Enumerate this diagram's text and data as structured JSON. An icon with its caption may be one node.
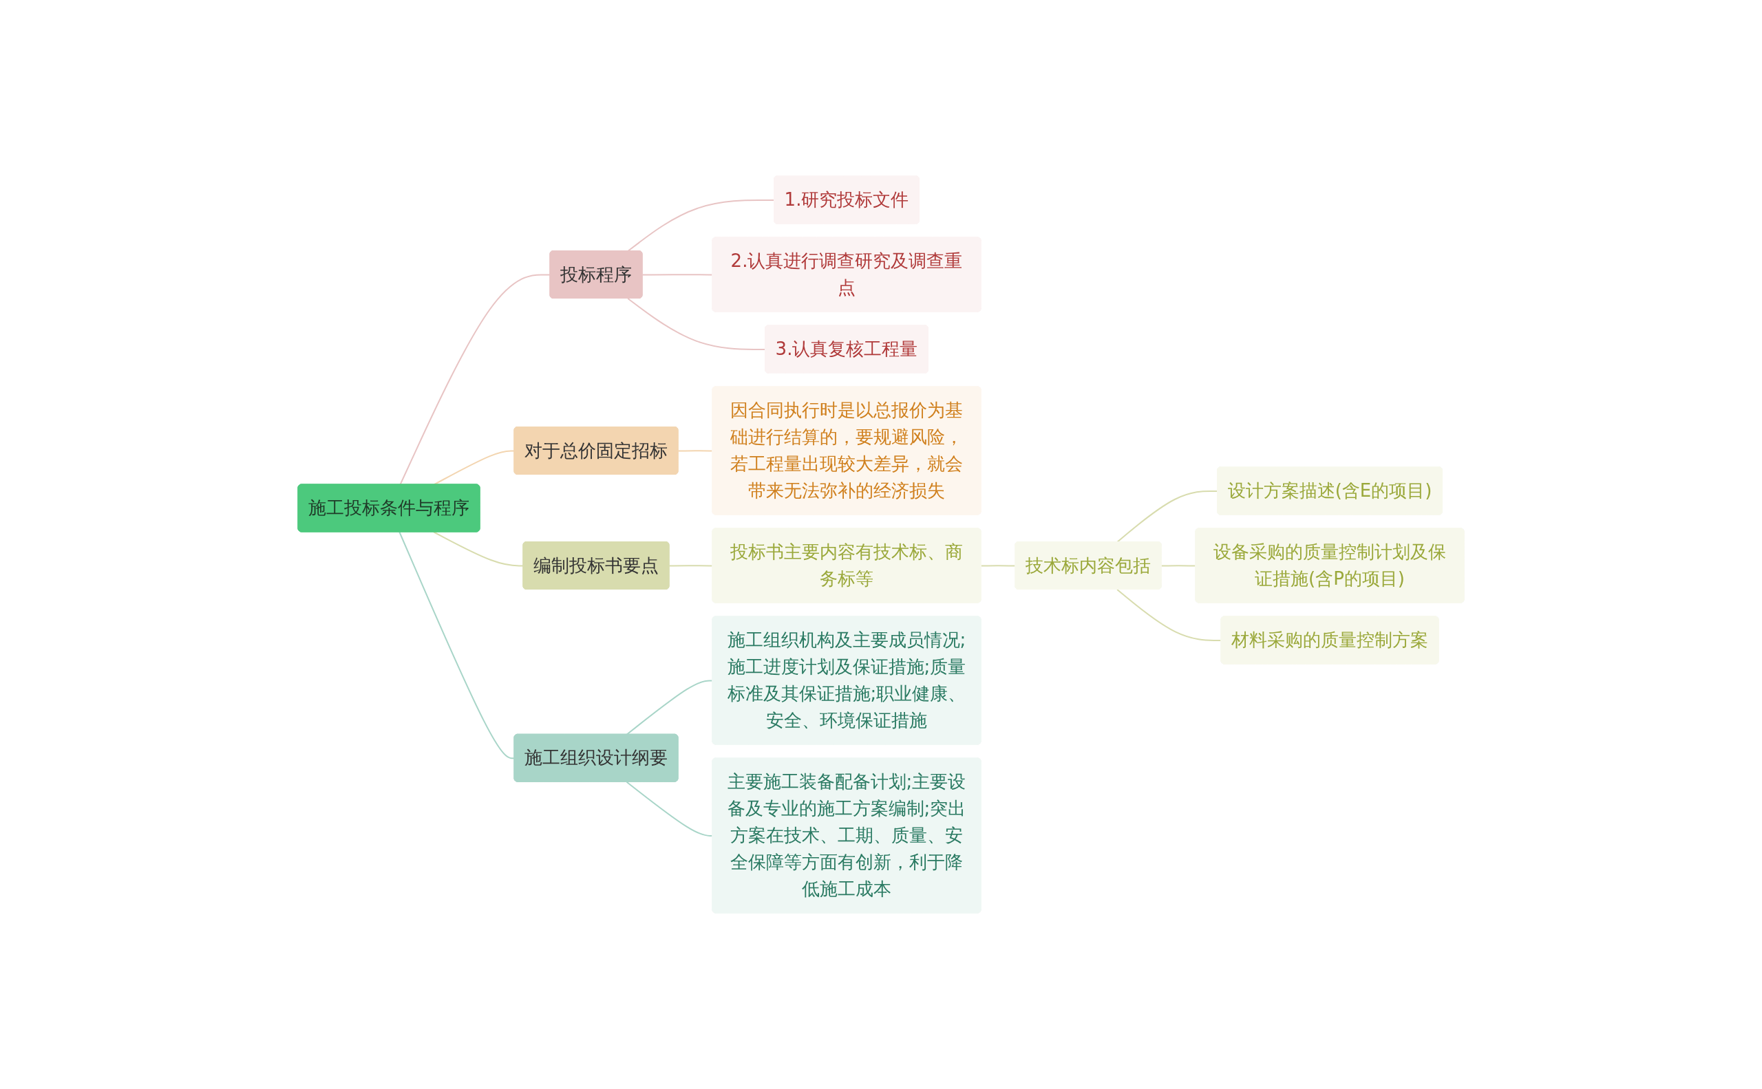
{
  "diagram": {
    "nodes": [
      {
        "text": [
          "施工投标条件与程序"
        ]
      },
      {
        "text": [
          "投标程序"
        ]
      },
      {
        "text": [
          "1.研究投标文件"
        ]
      },
      {
        "text": [
          "2.认真进行调查研究及调查重点"
        ]
      },
      {
        "text": [
          "3.认真复核工程量"
        ]
      },
      {
        "text": [
          "对于总价固定招标"
        ]
      },
      {
        "text": [
          "因合同执行时是以总报价为基础进行结算的，要规避风险，若工程量出现较大差异，就会带来无法弥补的经济损失"
        ]
      },
      {
        "text": [
          "编制投标书要点"
        ]
      },
      {
        "text": [
          "投标书主要内容有技术标、商务标等"
        ]
      },
      {
        "text": [
          "技术标内容包括"
        ]
      },
      {
        "text": [
          "设计方案描述(含E的项目)"
        ]
      },
      {
        "text": [
          "设备采购的质量控制计划及保证措施(含P的项目)"
        ]
      },
      {
        "text": [
          "材料采购的质量控制方案"
        ]
      },
      {
        "text": [
          "施工组织设计纲要"
        ]
      },
      {
        "text": [
          "施工组织机构及主要成员情况;施工进度计划及保证措施;质量标准及其保证措施;职业健康、安全、环境保证措施"
        ]
      },
      {
        "text": [
          "主要施工装备配备计划;主要设备及专业的施工方案编制;突出方案在技术、工期、质量、安全保障等方面有创新，利于降低施工成本"
        ]
      }
    ],
    "edges": [
      {
        "from": 0,
        "to": 1,
        "arrow": "none",
        "color": "#e8c4c4"
      },
      {
        "from": 1,
        "to": 2,
        "arrow": "none",
        "color": "#e8c4c4"
      },
      {
        "from": 1,
        "to": 3,
        "arrow": "none",
        "color": "#e8c4c4"
      },
      {
        "from": 1,
        "to": 4,
        "arrow": "none",
        "color": "#e8c4c4"
      },
      {
        "from": 0,
        "to": 5,
        "arrow": "none",
        "color": "#f3d5b0"
      },
      {
        "from": 5,
        "to": 6,
        "arrow": "none",
        "color": "#f3d5b0"
      },
      {
        "from": 0,
        "to": 7,
        "arrow": "none",
        "color": "#d8dcae"
      },
      {
        "from": 7,
        "to": 8,
        "arrow": "none",
        "color": "#d8dcae"
      },
      {
        "from": 8,
        "to": 9,
        "arrow": "none",
        "color": "#d8dcae"
      },
      {
        "from": 9,
        "to": 10,
        "arrow": "none",
        "color": "#d8dcae"
      },
      {
        "from": 9,
        "to": 11,
        "arrow": "none",
        "color": "#d8dcae"
      },
      {
        "from": 9,
        "to": 12,
        "arrow": "none",
        "color": "#d8dcae"
      },
      {
        "from": 0,
        "to": 13,
        "arrow": "none",
        "color": "#a8d5c8"
      },
      {
        "from": 13,
        "to": 14,
        "arrow": "none",
        "color": "#a8d5c8"
      },
      {
        "from": 13,
        "to": 15,
        "arrow": "none",
        "color": "#a8d5c8"
      }
    ]
  }
}
